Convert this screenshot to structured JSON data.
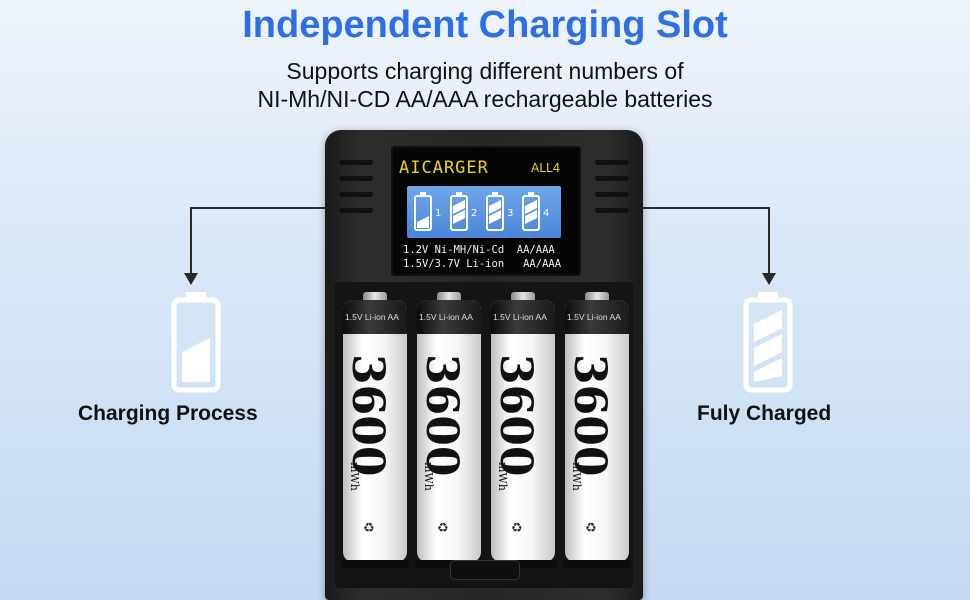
{
  "header": {
    "title": "Independent Charging Slot",
    "subtitle_line1": "Supports charging different numbers of",
    "subtitle_line2": "NI-Mh/NI-CD AA/AAA rechargeable batteries"
  },
  "left_callout": {
    "label": "Charging Process",
    "icon": "battery-charging-icon"
  },
  "right_callout": {
    "label": "Fuly Charged",
    "icon": "battery-full-icon"
  },
  "charger": {
    "brand": "AICARGER",
    "model": "ALL4",
    "spec_line1": "1.2V Ni-MH/Ni-Cd  AA/AAA",
    "spec_line2": "1.5V/3.7V Li-ion   AA/AAA",
    "lcd_slot_numbers": [
      "1",
      "2",
      "3",
      "4"
    ],
    "batteries": [
      {
        "top_label": "1.5V  Li-ion  AA",
        "capacity": "3600",
        "unit": "mWh"
      },
      {
        "top_label": "1.5V  Li-ion  AA",
        "capacity": "3600",
        "unit": "mWh"
      },
      {
        "top_label": "1.5V  Li-ion  AA",
        "capacity": "3600",
        "unit": "mWh"
      },
      {
        "top_label": "1.5V  Li-ion  AA",
        "capacity": "3600",
        "unit": "mWh"
      }
    ]
  },
  "colors": {
    "title_blue": "#2f6fe6",
    "lcd_yellow": "#e9d21d",
    "lcd_blue": "#5b95e0"
  }
}
